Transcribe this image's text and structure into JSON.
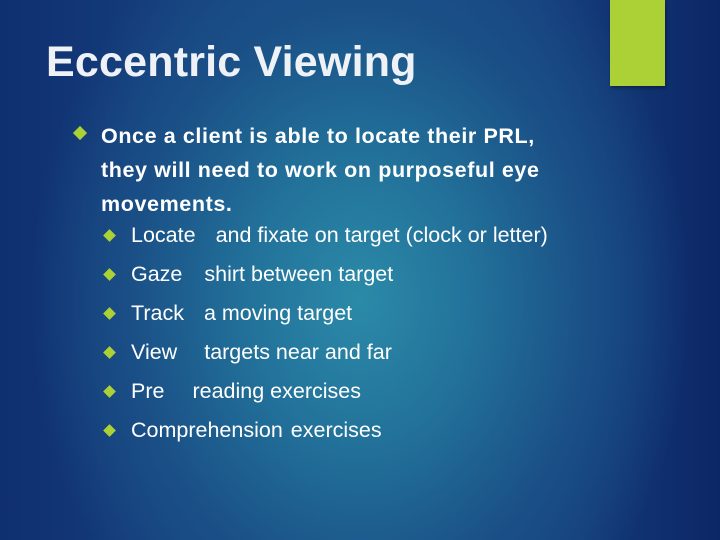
{
  "slide": {
    "title": "Eccentric Viewing",
    "accent_color": "#acd136",
    "main_bullet": "Once a client is able to locate their PRL, they will need to work on purposeful eye movements.",
    "sub_bullets": [
      {
        "lead": "Locate",
        "rest": "and fixate on target (clock or letter)"
      },
      {
        "lead": "Gaze",
        "rest": "shirt between target"
      },
      {
        "lead": "Track",
        "rest": "a moving target"
      },
      {
        "lead": "View",
        "rest": "targets near and far"
      },
      {
        "lead": "Pre",
        "rest": "reading exercises"
      },
      {
        "lead": "Comprehension",
        "rest": "exercises"
      }
    ]
  }
}
